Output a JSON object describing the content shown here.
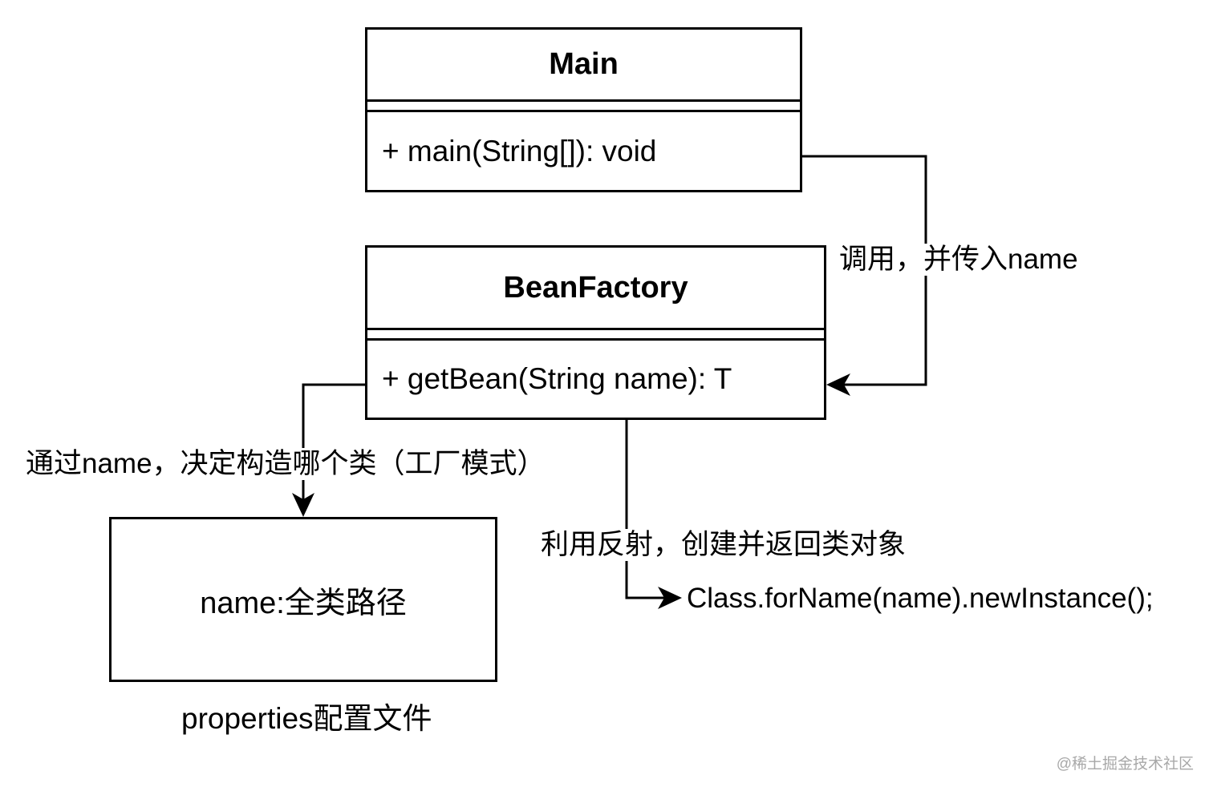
{
  "classes": {
    "main": {
      "name": "Main",
      "method": "+ main(String[]): void"
    },
    "bean_factory": {
      "name": "BeanFactory",
      "method": "+ getBean(String name): T"
    }
  },
  "config_box": {
    "content": "name:全类路径",
    "caption": "properties配置文件"
  },
  "edges": {
    "main_to_factory": "调用，并传入name",
    "factory_to_config": "通过name，决定构造哪个类（工厂模式）",
    "factory_to_reflect": "利用反射，创建并返回类对象"
  },
  "reflection_call": "Class.forName(name).newInstance();",
  "watermark": "@稀土掘金技术社区"
}
